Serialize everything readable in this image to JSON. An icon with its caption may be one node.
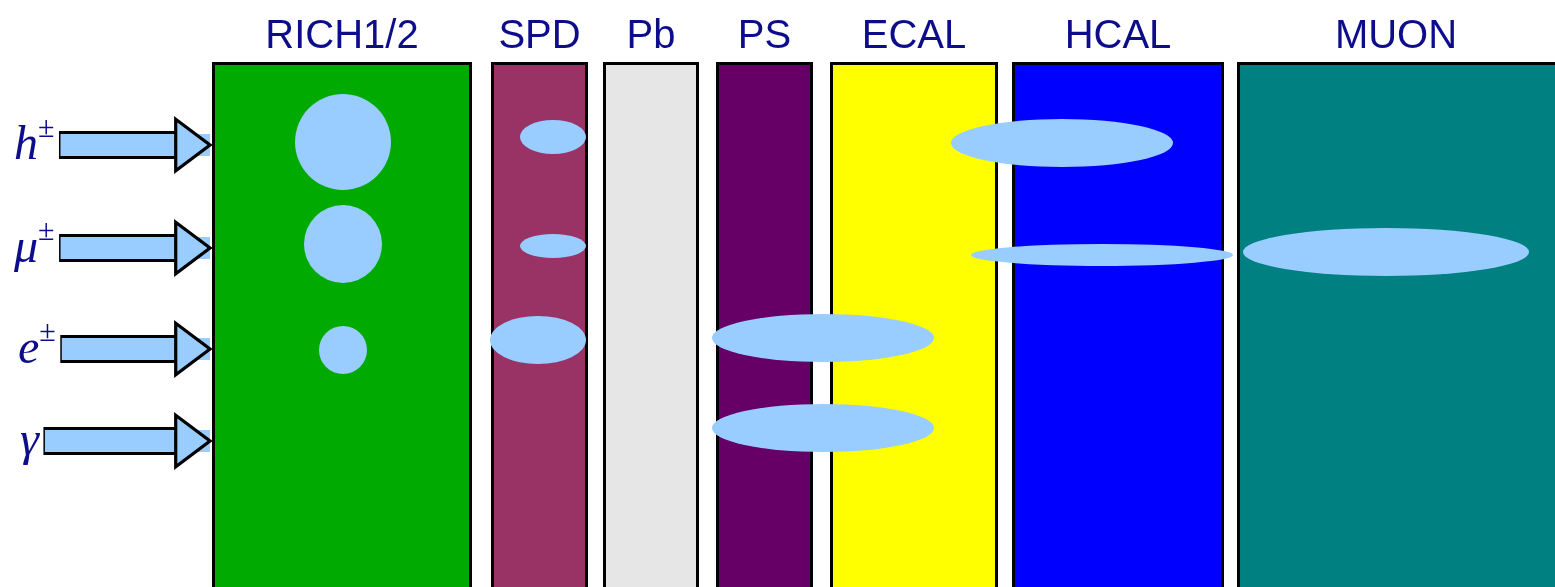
{
  "diagram": {
    "nodes": [
      {
        "text": [
          "RICH1/2"
        ]
      },
      {
        "text": [
          "SPD"
        ]
      },
      {
        "text": [
          "Pb"
        ]
      },
      {
        "text": [
          "PS"
        ]
      },
      {
        "text": [
          "ECAL"
        ]
      },
      {
        "text": [
          "HCAL"
        ]
      },
      {
        "text": [
          "MUON"
        ]
      },
      {
        "text": [
          "h$^{±}$"
        ]
      },
      {
        "text": [
          "μ$^{±}$"
        ]
      },
      {
        "text": [
          "e$^{±}$"
        ]
      },
      {
        "text": [
          "γ"
        ]
      }
    ],
    "edges": [
      {
        "from": 7,
        "to": 0,
        "arrow": "to"
      },
      {
        "from": 8,
        "to": 0,
        "arrow": "to"
      },
      {
        "from": 9,
        "to": 0,
        "arrow": "to"
      },
      {
        "from": 10,
        "to": 0,
        "arrow": "to"
      }
    ]
  }
}
